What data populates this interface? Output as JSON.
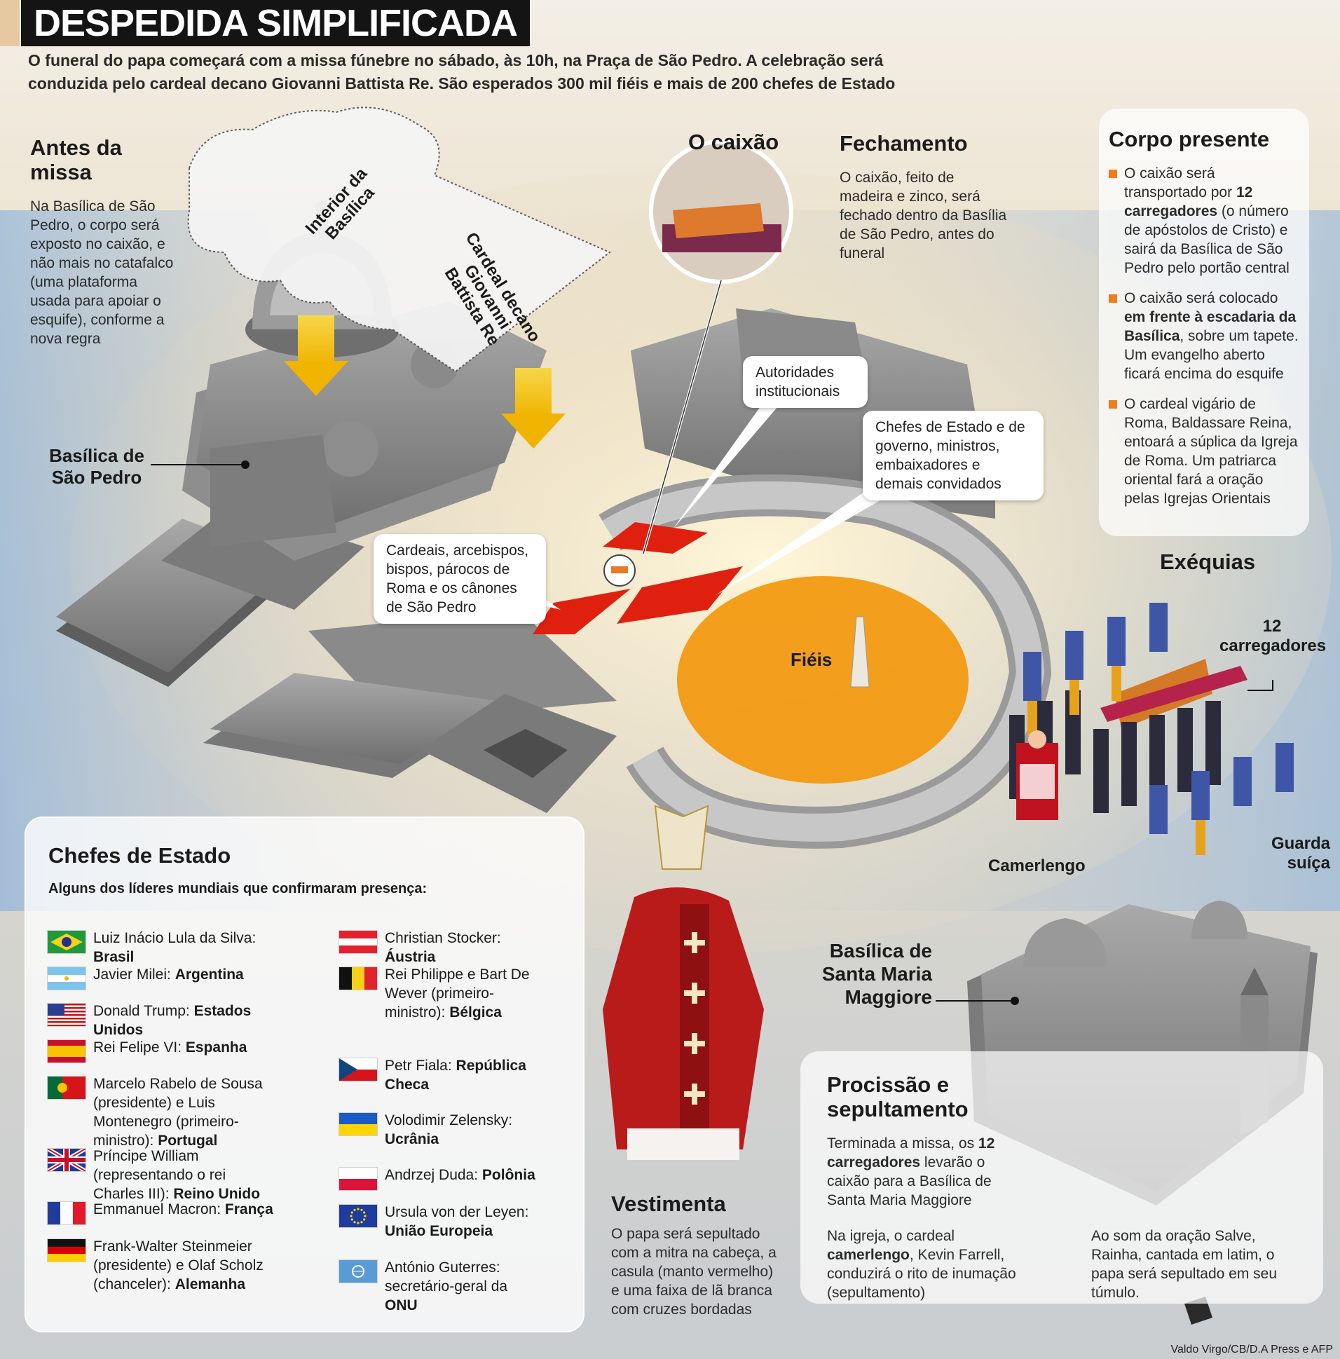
{
  "header": {
    "title": "DESPEDIDA SIMPLIFICADA",
    "subtitle": "O funeral do papa começará com a missa fúnebre no sábado, às 10h, na Praça de São Pedro. A celebração será conduzida pelo cardeal decano Giovanni Battista Re. São esperados 300 mil fiéis e mais de 200 chefes de Estado"
  },
  "antes_missa": {
    "title": "Antes da missa",
    "text": "Na Basílica de São Pedro, o corpo será exposto no caixão, e não mais no catafalco (uma plataforma usada para apoiar o esquife), conforme a nova regra"
  },
  "map_labels": {
    "interior_basilica": "Interior da Basílica",
    "cardeal": "Cardeal decano Giovanni Battista Re",
    "basilica_sao_pedro": "Basílica de São Pedro",
    "fieis": "Fiéis",
    "santa_maria": "Basílica de Santa Maria Maggiore"
  },
  "caixao": {
    "title": "O caixão"
  },
  "fechamento": {
    "title": "Fechamento",
    "text": "O caixão, feito de madeira e zinco, será fechado dentro da Basília de São Pedro, antes do funeral"
  },
  "callouts": {
    "autoridades": "Autoridades institucionais",
    "chefes": "Chefes de Estado e de governo, ministros, embaixadores e demais convidados",
    "cardeais": "Cardeais, arcebispos, bispos, párocos de Roma e os cânones de São Pedro"
  },
  "corpo_presente": {
    "title": "Corpo presente",
    "bullets": [
      {
        "pre": "O caixão será transportado por ",
        "bold": "12 carregadores",
        "post": " (o número de apóstolos de Cristo) e sairá da Basílica de São Pedro pelo portão central"
      },
      {
        "pre": "O caixão será colocado ",
        "bold": "em frente à escadaria da Basílica",
        "post": ", sobre um tapete. Um evangelho aberto ficará encima do esquife"
      },
      {
        "pre": "O cardeal vigário de Roma, Baldassare Reina, entoará a súplica da Igreja de Roma. Um patriarca oriental fará a oração pelas Igrejas Orientais",
        "bold": "",
        "post": ""
      }
    ]
  },
  "exequias": {
    "title": "Exéquias",
    "carregadores": "12 carregadores",
    "camerlengo": "Camerlengo",
    "guarda": "Guarda suíça"
  },
  "chefes_estado": {
    "title": "Chefes de Estado",
    "subtitle": "Alguns dos líderes mundiais que confirmaram presença:",
    "left": [
      {
        "flag": "brazil",
        "name": "Luiz Inácio Lula da Silva: ",
        "country": "Brasil"
      },
      {
        "flag": "argentina",
        "name": "Javier Milei: ",
        "country": "Argentina"
      },
      {
        "flag": "usa",
        "name": "Donald Trump: ",
        "country": "Estados Unidos"
      },
      {
        "flag": "spain",
        "name": "Rei Felipe VI: ",
        "country": "Espanha"
      },
      {
        "flag": "portugal",
        "name": "Marcelo Rabelo de Sousa (presidente) e Luis Montenegro (primeiro-ministro): ",
        "country": "Portugal"
      },
      {
        "flag": "uk",
        "name": "Príncipe William (representando o rei Charles III): ",
        "country": "Reino Unido"
      },
      {
        "flag": "france",
        "name": "Emmanuel Macron: ",
        "country": "França"
      },
      {
        "flag": "germany",
        "name": "Frank-Walter Steinmeier (presidente) e Olaf Scholz (chanceler): ",
        "country": "Alemanha"
      }
    ],
    "right": [
      {
        "flag": "austria",
        "name": "Christian Stocker: ",
        "country": "Áustria"
      },
      {
        "flag": "belgium",
        "name": "Rei Philippe e Bart De Wever (primeiro-ministro): ",
        "country": "Bélgica"
      },
      {
        "flag": "czech",
        "name": "Petr Fiala: ",
        "country": "República Checa"
      },
      {
        "flag": "ukraine",
        "name": "Volodimir Zelensky: ",
        "country": "Ucrânia"
      },
      {
        "flag": "poland",
        "name": "Andrzej Duda: ",
        "country": "Polônia"
      },
      {
        "flag": "eu",
        "name": "Ursula von der Leyen: ",
        "country": "União Europeia"
      },
      {
        "flag": "un",
        "name": "António Guterres: secretário-geral da ",
        "country": "ONU"
      }
    ]
  },
  "vestimenta": {
    "title": "Vestimenta",
    "text": "O papa será sepultado com a mitra na cabeça, a casula (manto vermelho) e uma faixa de lã branca com cruzes bordadas"
  },
  "procissao": {
    "title": "Procissão e sepultamento",
    "p1_pre": "Terminada a missa, os ",
    "p1_bold": "12 carregadores",
    "p1_post": " levarão o caixão para a Basílica de Santa Maria Maggiore",
    "p2_pre": "Na igreja, o cardeal ",
    "p2_bold": "camerlengo",
    "p2_post": ", Kevin Farrell, conduzirá o rito de inumação (sepultamento)",
    "p3": "Ao som da oração Salve, Rainha, cantada em latim, o papa será sepultado em seu túmulo."
  },
  "credits": "Valdo Virgo/CB/D.A Press e AFP"
}
